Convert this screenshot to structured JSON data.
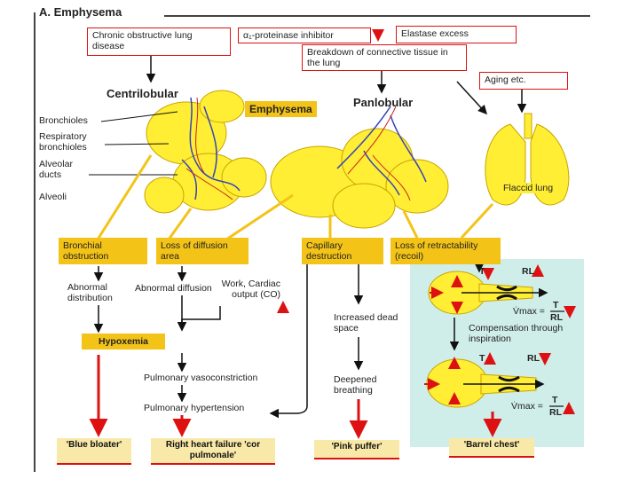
{
  "title": "A. Emphysema",
  "causes": {
    "copd": "Chronic obstructive lung disease",
    "inhibitor": "α₁-proteinase inhibitor",
    "elastase": "Elastase excess",
    "breakdown": "Breakdown of connective tissue in the lung",
    "aging": "Aging etc."
  },
  "types": {
    "centrilobular": "Centrilobular",
    "panlobular": "Panlobular",
    "emphysema": "Emphysema",
    "flaccid": "Flaccid lung"
  },
  "anatomy": [
    "Bronchioles",
    "Respiratory bronchioles",
    "Alveolar ducts",
    "Alveoli"
  ],
  "consequences": {
    "bronchial": "Bronchial obstruction",
    "diffusion_loss": "Loss of diffusion area",
    "capillary": "Capillary destruction",
    "retractability": "Loss of retractability (recoil)"
  },
  "flow": {
    "abnormal_distribution": "Abnormal distribution",
    "abnormal_diffusion": "Abnormal diffusion",
    "work": "Work, Cardiac output (CO)",
    "hypoxemia": "Hypoxemia",
    "vasoconstriction": "Pulmonary vasoconstriction",
    "hypertension": "Pulmonary hypertension",
    "dead_space": "Increased dead space",
    "deepened": "Deepened breathing",
    "compensation": "Compensation through inspiration"
  },
  "formula": {
    "t_label": "T",
    "rl_label": "RL",
    "vmax": "V̇max =",
    "num": "T",
    "den": "RL"
  },
  "outcomes": {
    "blue": "'Blue bloater'",
    "right_heart": "Right heart failure 'cor pulmonale'",
    "pink": "'Pink puffer'",
    "barrel": "'Barrel chest'"
  },
  "colors": {
    "accent_red": "#d11111",
    "label_yellow": "#f3c318",
    "lung_yellow": "#ffee33",
    "panel_blue": "#cfeeea"
  }
}
